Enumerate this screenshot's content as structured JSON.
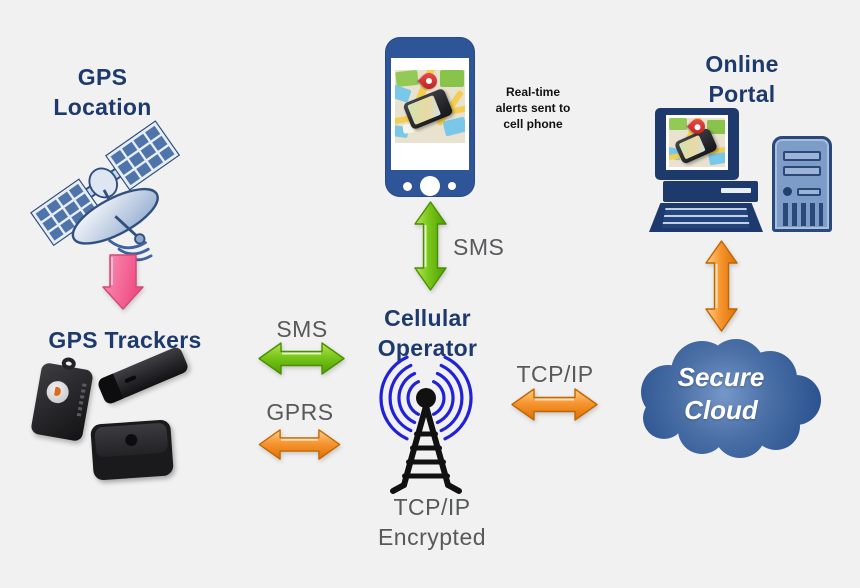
{
  "colors": {
    "background": "#f1f1f1",
    "title_text": "#1e3a6d",
    "label_text": "#58595b",
    "note_text": "#111111",
    "arrow_green": "#79c61a",
    "arrow_orange": "#f79632",
    "arrow_pink": "#f4679c",
    "cloud_fill": "#3c639c",
    "cloud_text": "#ffffff",
    "phone_body": "#2e5597",
    "computer_navy": "#1e3a6d",
    "tower_color": "#111111",
    "wave_blue": "#2121d8"
  },
  "nodes": {
    "gps_location": {
      "line1": "GPS",
      "line2": "Location"
    },
    "gps_trackers": {
      "label": "GPS Trackers"
    },
    "cell_phone": {
      "note_line1": "Real-time",
      "note_line2": "alerts sent to",
      "note_line3": "cell phone"
    },
    "cellular_operator": {
      "line1": "Cellular",
      "line2": "Operator",
      "caption_line1": "TCP/IP",
      "caption_line2": "Encrypted"
    },
    "online_portal": {
      "line1": "Online",
      "line2": "Portal"
    },
    "secure_cloud": {
      "line1": "Secure",
      "line2": "Cloud"
    }
  },
  "links": {
    "phone_operator": {
      "label": "SMS"
    },
    "trackers_operator_sms": {
      "label": "SMS"
    },
    "trackers_operator_gprs": {
      "label": "GPRS"
    },
    "operator_cloud": {
      "label": "TCP/IP"
    }
  },
  "icons": {
    "satellite": "satellite-icon",
    "gps_tracker_devices": "gps-tracker-devices-photo",
    "smartphone": "smartphone-icon",
    "cell_tower": "cell-tower-icon",
    "desktop_computer": "desktop-computer-icon",
    "server_tower": "server-tower-icon",
    "cloud": "cloud-shape",
    "map_pin": "map-pin-icon"
  }
}
